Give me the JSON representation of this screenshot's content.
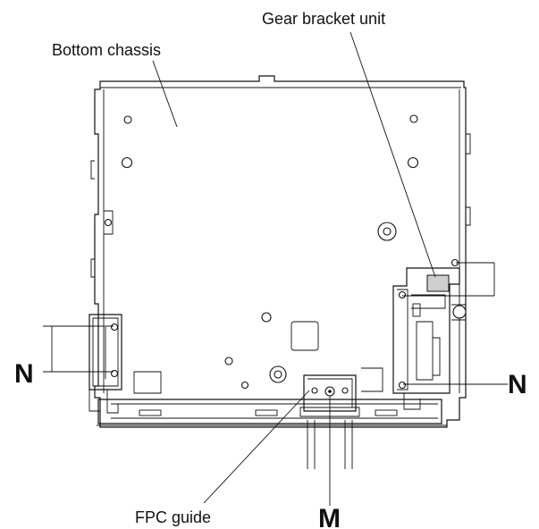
{
  "labels": {
    "gear_bracket_unit": "Gear bracket unit",
    "bottom_chassis": "Bottom chassis",
    "fpc_guide": "FPC guide",
    "screw_n_left": "N",
    "screw_n_right": "N",
    "screw_m": "M"
  },
  "colors": {
    "line": "#111111",
    "fill_grey": "#cfcfcf",
    "background": "#ffffff"
  }
}
